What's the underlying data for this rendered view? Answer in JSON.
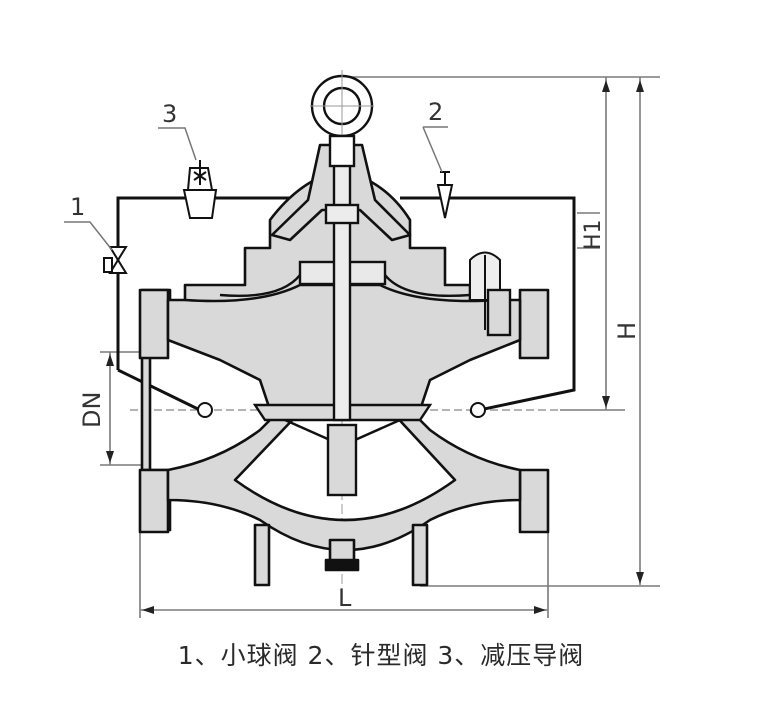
{
  "diagram": {
    "type": "valve-cross-section",
    "callouts": [
      {
        "number": "1",
        "name": "小球阀"
      },
      {
        "number": "2",
        "name": "针型阀"
      },
      {
        "number": "3",
        "name": "减压导阀"
      }
    ],
    "dimensions": {
      "nominal_diameter": "DN",
      "length": "L",
      "height": "H",
      "height_1": "H1"
    },
    "colors": {
      "casting_fill": "#d9d9d9",
      "outline": "#1a1a1a",
      "dimension_line": "#7a7a7a"
    }
  },
  "caption": "1、小球阀 2、针型阀 3、减压导阀"
}
